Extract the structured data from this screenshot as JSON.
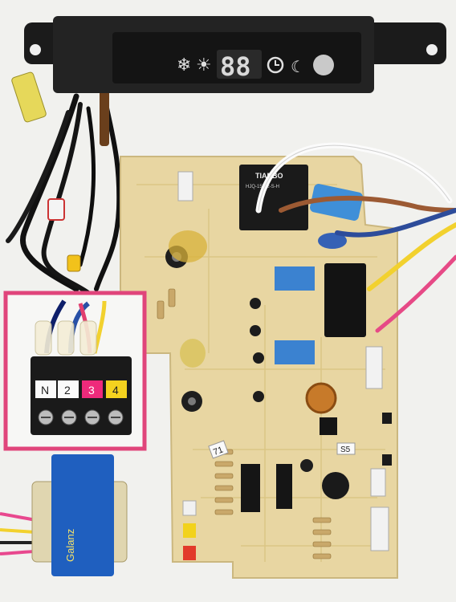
{
  "display_panel": {
    "digits": "88"
  },
  "relay": {
    "brand": "TIANBO",
    "model": "HJQ-15F-2-S-H"
  },
  "terminal_block": {
    "terminals": [
      {
        "label": "N",
        "color": "#ffffff",
        "text_color": "#222222"
      },
      {
        "label": "2",
        "color": "#ffffff",
        "text_color": "#222222"
      },
      {
        "label": "3",
        "color": "#ee2a7b",
        "text_color": "#ffffff"
      },
      {
        "label": "4",
        "color": "#f4d21f",
        "text_color": "#222222"
      }
    ]
  },
  "transformer": {
    "brand": "Galanz"
  },
  "board_markings": {
    "jumper_label_1": "71",
    "jumper_label_2": "S5"
  },
  "colors": {
    "pcb": "#e9d8a6",
    "highlight_frame": "#e0457b",
    "relay_blue": "#2f6fb8",
    "capacitor_blue": "#3d8fd6",
    "transformer_blue": "#1f5fbf"
  }
}
